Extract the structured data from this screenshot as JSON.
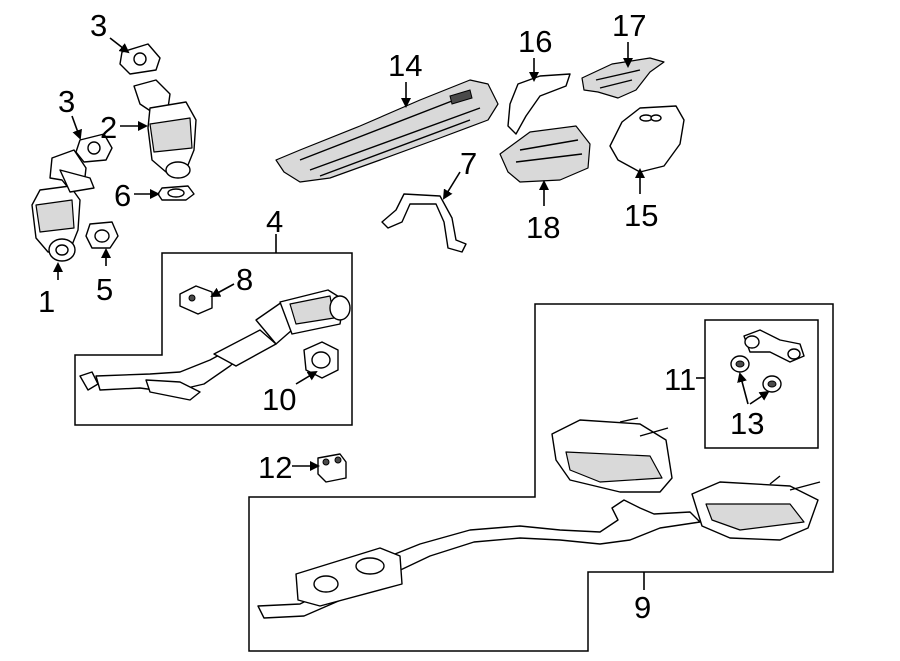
{
  "diagram": {
    "callouts": [
      {
        "id": "1",
        "label": "1"
      },
      {
        "id": "2",
        "label": "2"
      },
      {
        "id": "3a",
        "label": "3"
      },
      {
        "id": "3b",
        "label": "3"
      },
      {
        "id": "4",
        "label": "4"
      },
      {
        "id": "5",
        "label": "5"
      },
      {
        "id": "6",
        "label": "6"
      },
      {
        "id": "7",
        "label": "7"
      },
      {
        "id": "8",
        "label": "8"
      },
      {
        "id": "9",
        "label": "9"
      },
      {
        "id": "10",
        "label": "10"
      },
      {
        "id": "11",
        "label": "11"
      },
      {
        "id": "12",
        "label": "12"
      },
      {
        "id": "13",
        "label": "13"
      },
      {
        "id": "14",
        "label": "14"
      },
      {
        "id": "15",
        "label": "15"
      },
      {
        "id": "16",
        "label": "16"
      },
      {
        "id": "17",
        "label": "17"
      },
      {
        "id": "18",
        "label": "18"
      }
    ]
  }
}
